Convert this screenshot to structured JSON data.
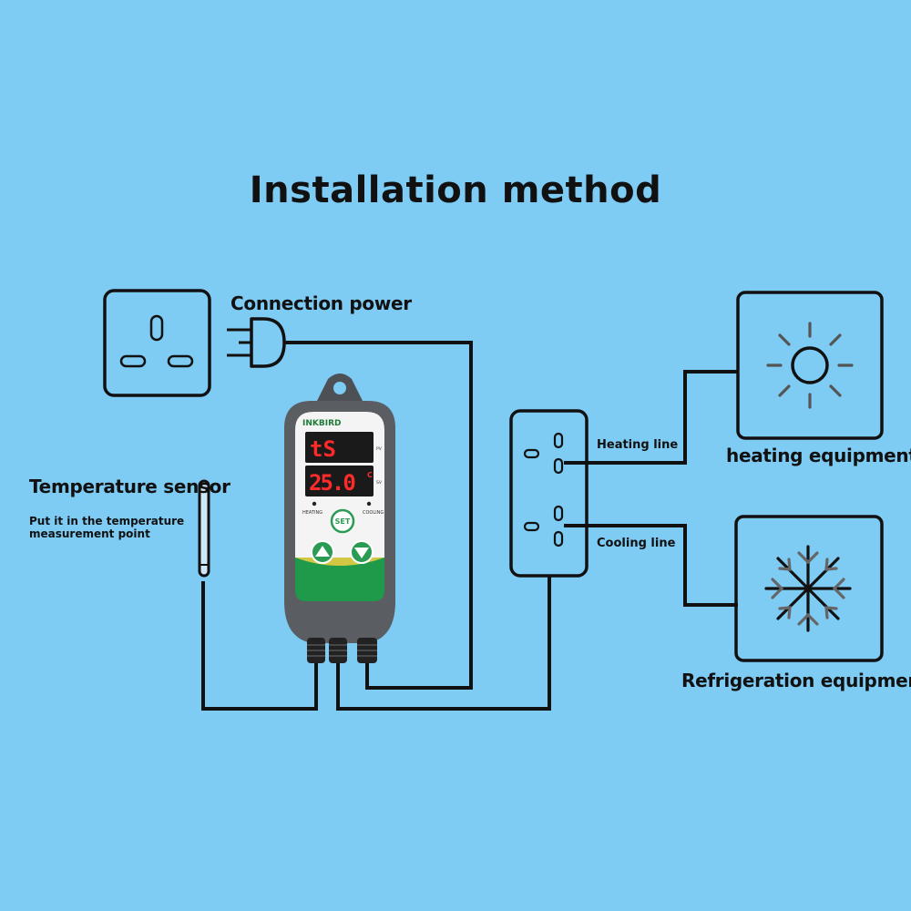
{
  "title": "Installation method",
  "labels": {
    "connection_power": "Connection power",
    "temperature_sensor": "Temperature sensor",
    "sensor_note": "Put it in the temperature measurement point",
    "heating_line": "Heating line",
    "cooling_line": "Cooling line",
    "heating_equipment": "heating equipment",
    "refrigeration_equipment": "Refrigeration equipment"
  },
  "controller": {
    "brand": "INKBIRD",
    "pv_display": "tS",
    "sv_display": "25.0",
    "sv_unit": "C",
    "pv_tag": "PV",
    "sv_tag": "SV",
    "heating_indicator": "HEATING",
    "cooling_indicator": "COOLING",
    "set_button": "SET",
    "up_button_icon": "arrow-up-icon",
    "down_button_icon": "arrow-down-icon"
  },
  "colors": {
    "background": "#7ecbf4",
    "line": "#111111",
    "display_red": "#ff2a2a",
    "controller_green": "#1f9a4a",
    "controller_body": "#5a5d62"
  }
}
